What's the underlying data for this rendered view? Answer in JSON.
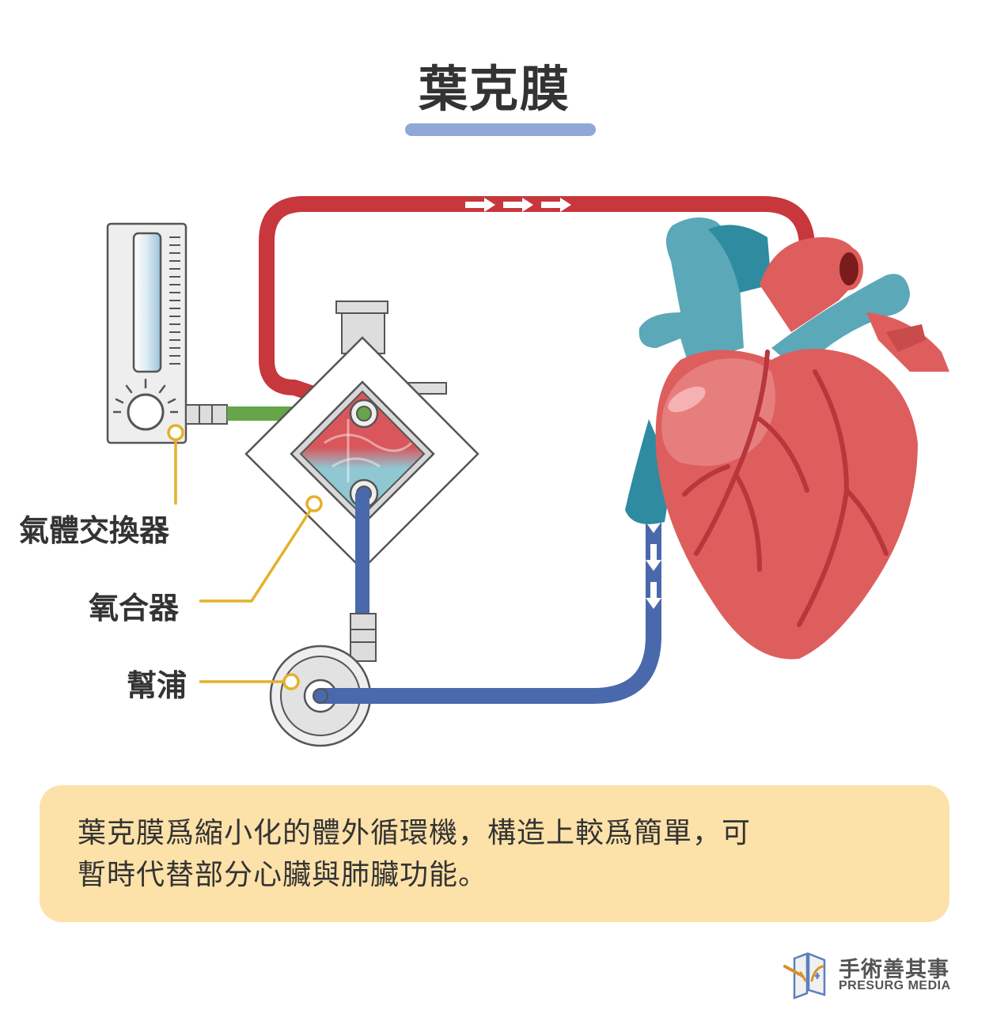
{
  "title": "葉克膜",
  "labels": {
    "gas_exchanger": "氣體交換器",
    "oxygenator": "氧合器",
    "pump": "幫浦"
  },
  "description": {
    "line1": "葉克膜爲縮小化的體外循環機，構造上較爲簡單，可",
    "line2": "暫時代替部分心臟與肺臟功能。"
  },
  "logo": {
    "chinese": "手術善其事",
    "english": "PRESURG MEDIA"
  },
  "colors": {
    "arterial_tube": "#c7373c",
    "venous_tube": "#4a68ac",
    "gas_tube": "#66a54a",
    "leader_line": "#e4b12a",
    "title_bar": "#8fa8d6",
    "info_background": "#fce1a9",
    "heart_red": "#dd5e5d",
    "vessel_teal": "#5ba8b8"
  },
  "icons": [
    "flowmeter-icon",
    "oxygenator-icon",
    "pump-icon",
    "heart-icon",
    "flow-arrow-icon",
    "presurg-logo-icon"
  ]
}
